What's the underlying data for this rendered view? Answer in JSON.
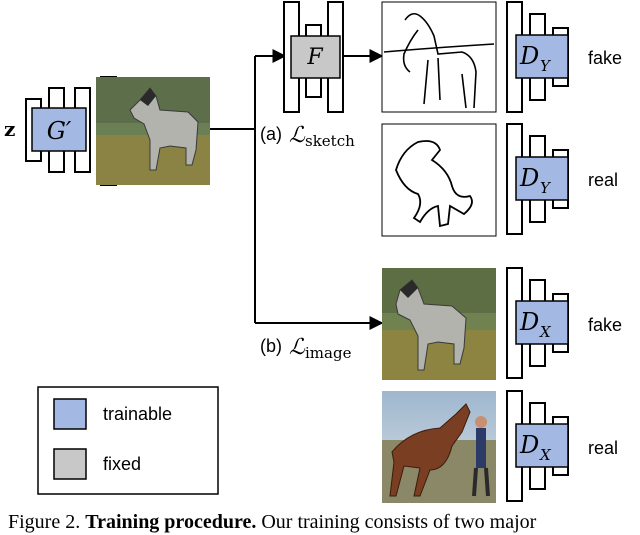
{
  "generator": {
    "input": "z",
    "name": "G′"
  },
  "sketch_net": {
    "name": "F"
  },
  "losses": {
    "sketch": {
      "prefix": "(a)",
      "symbol": "ℒ",
      "subscript": "sketch"
    },
    "image": {
      "prefix": "(b)",
      "symbol": "ℒ",
      "subscript": "image"
    }
  },
  "discriminators": [
    {
      "base": "D",
      "sub": "Y",
      "label": "fake",
      "label_color": "#e02020"
    },
    {
      "base": "D",
      "sub": "Y",
      "label": "real",
      "label_color": "#3a7d2a"
    },
    {
      "base": "D",
      "sub": "X",
      "label": "fake",
      "label_color": "#e02020"
    },
    {
      "base": "D",
      "sub": "X",
      "label": "real",
      "label_color": "#3a7d2a"
    }
  ],
  "legend": [
    {
      "label": "trainable",
      "color": "#a3b9e3"
    },
    {
      "label": "fixed",
      "color": "#c8c8c8"
    }
  ],
  "colors": {
    "trainable": "#a3b9e3",
    "fixed": "#c8c8c8"
  },
  "caption": {
    "prefix": "Figure 2. ",
    "bold": "Training procedure.",
    "rest": " Our training consists of two major"
  }
}
